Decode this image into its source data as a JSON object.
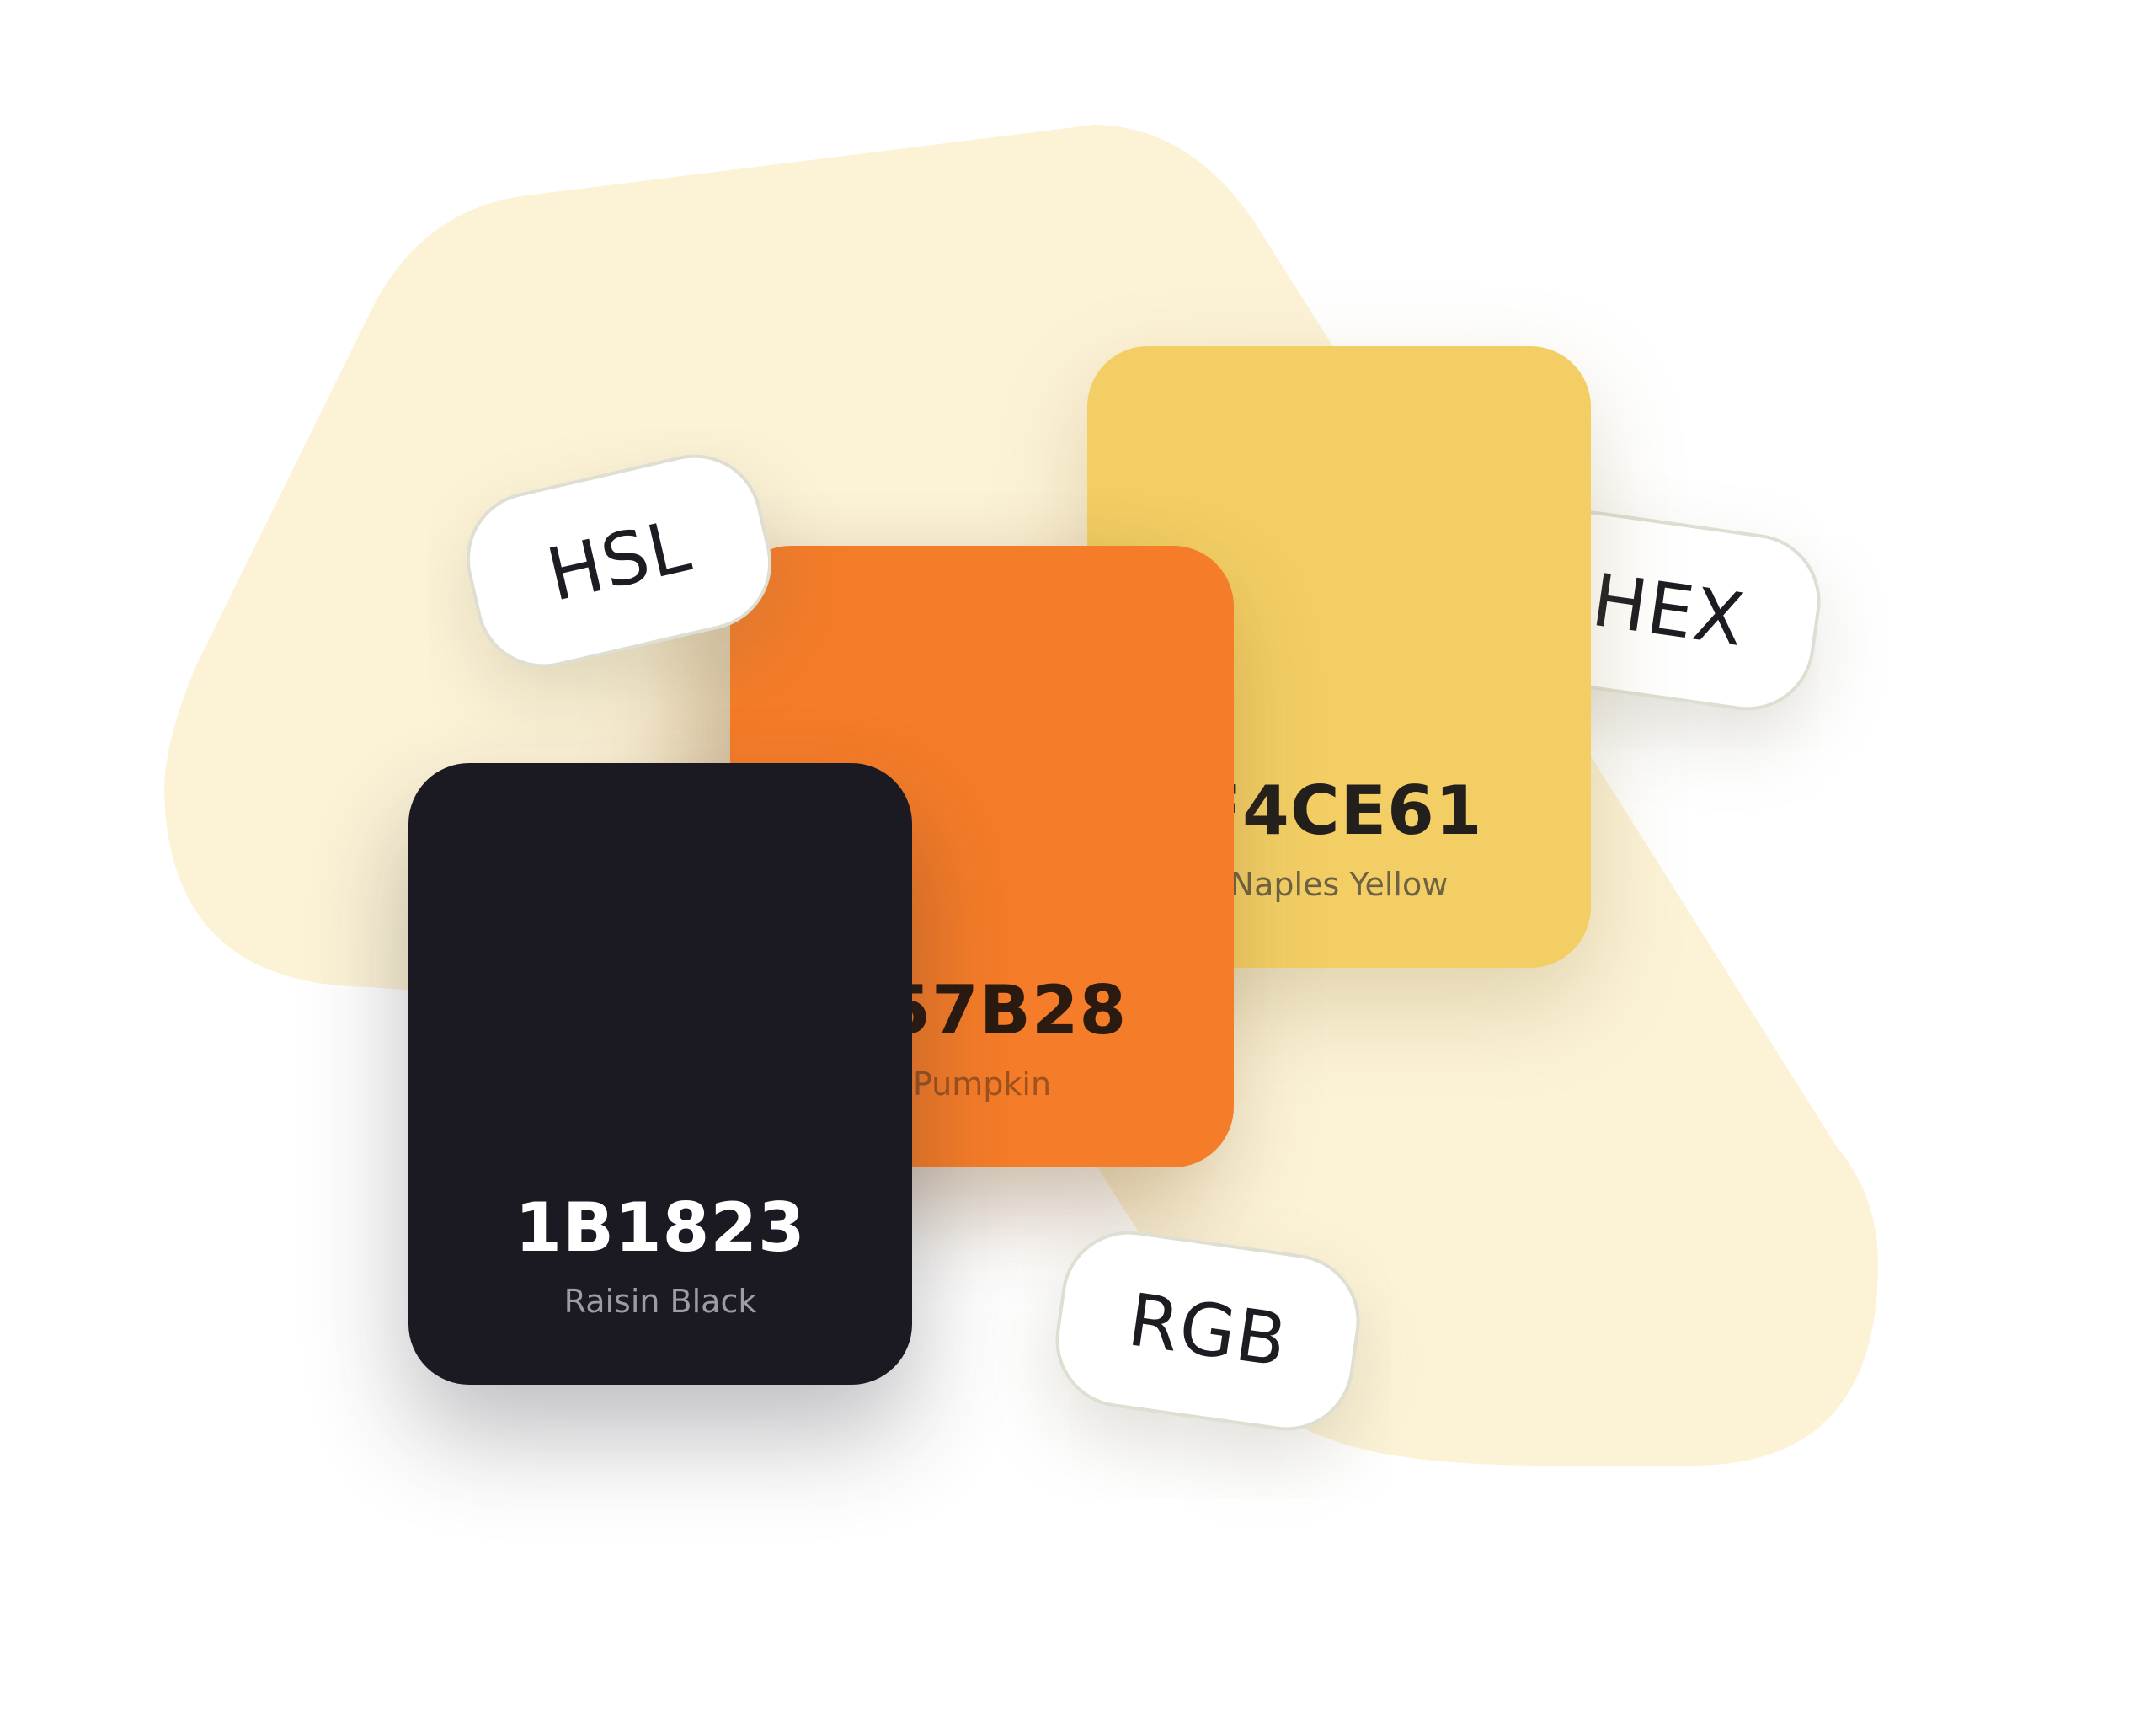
{
  "swatches": [
    {
      "id": "yellow",
      "code": "F4CE61",
      "name": "Naples Yellow",
      "color": "#F2CE64"
    },
    {
      "id": "orange",
      "code": "F57B28",
      "name": "Pumpkin",
      "color": "#F57C28"
    },
    {
      "id": "black",
      "code": "1B1823",
      "name": "Raisin Black",
      "color": "#1B1A23"
    }
  ],
  "formats": {
    "hsl": "HSL",
    "hex": "HEX",
    "rgb": "RGB"
  },
  "colors": {
    "background_shape": "#FCF2D6",
    "pill_border": "#DEDED2"
  }
}
